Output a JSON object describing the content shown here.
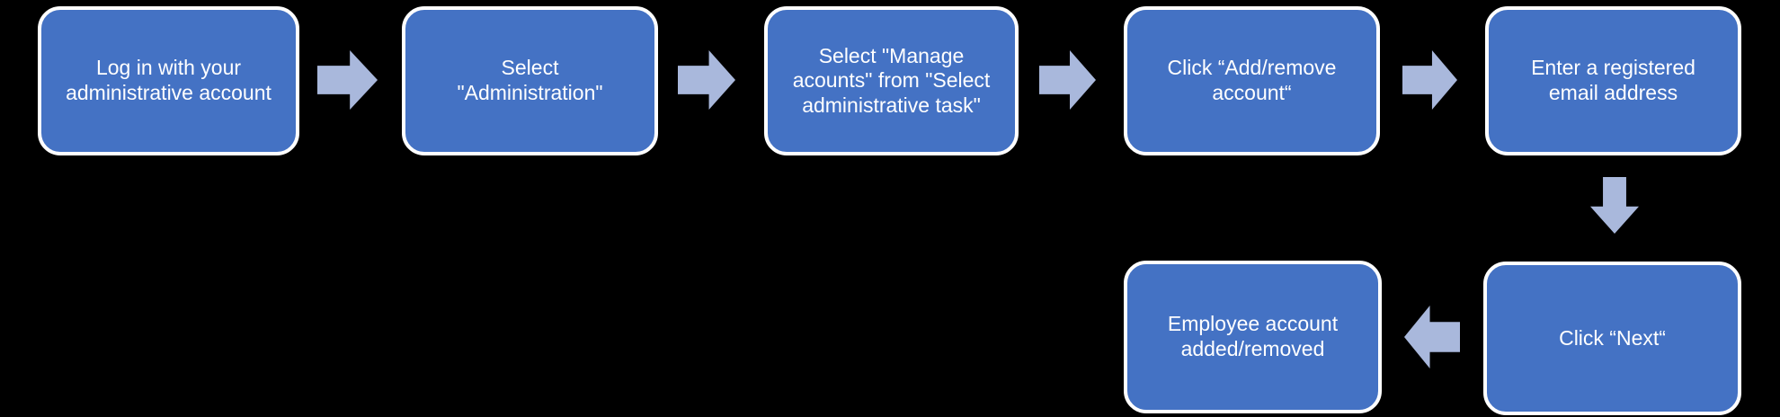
{
  "colors": {
    "background": "#000000",
    "box_fill": "#4472c4",
    "box_border": "#ffffff",
    "box_text": "#ffffff",
    "arrow_fill": "#a9b8dc"
  },
  "steps": [
    {
      "id": "step-1",
      "label": "Log in with your\nadministrative account"
    },
    {
      "id": "step-2",
      "label": "Select\n\"Administration\""
    },
    {
      "id": "step-3",
      "label": "Select \"Manage\nacounts\" from \"Select\nadministrative task\""
    },
    {
      "id": "step-4",
      "label": "Click “Add/remove\naccount“"
    },
    {
      "id": "step-5",
      "label": "Enter a registered\nemail address"
    },
    {
      "id": "step-6",
      "label": "Click “Next“"
    },
    {
      "id": "step-7",
      "label": "Employee account\nadded/removed"
    }
  ],
  "connectors": [
    {
      "from": "step-1",
      "to": "step-2",
      "direction": "right"
    },
    {
      "from": "step-2",
      "to": "step-3",
      "direction": "right"
    },
    {
      "from": "step-3",
      "to": "step-4",
      "direction": "right"
    },
    {
      "from": "step-4",
      "to": "step-5",
      "direction": "right"
    },
    {
      "from": "step-5",
      "to": "step-6",
      "direction": "down"
    },
    {
      "from": "step-6",
      "to": "step-7",
      "direction": "left"
    }
  ]
}
